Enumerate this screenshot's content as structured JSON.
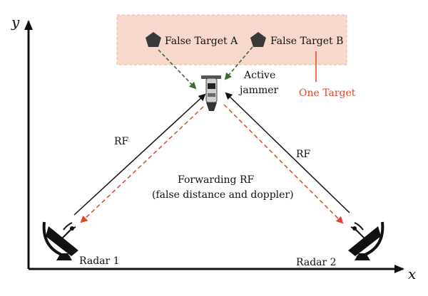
{
  "axes": {
    "x_label": "x",
    "y_label": "y"
  },
  "false_targets": {
    "a_label": "False Target A",
    "b_label": "False Target B",
    "group_label": "One Target",
    "zone_color": "#f6d9cc",
    "group_color": "#e0452a",
    "marker_icon": "pentagon-icon"
  },
  "jammer": {
    "label_line1": "Active",
    "label_line2": "jammer",
    "icon": "jammer-pod-icon"
  },
  "links": {
    "rf_left": "RF",
    "rf_right": "RF",
    "forwarding_line1": "Forwarding RF",
    "forwarding_line2": "(false distance and doppler)",
    "rf_color": "#111111",
    "forward_color": "#e0452a",
    "decoy_color": "#3f6b2f"
  },
  "radars": {
    "radar1_label": "Radar 1",
    "radar2_label": "Radar 2",
    "icon": "satellite-dish-icon"
  }
}
